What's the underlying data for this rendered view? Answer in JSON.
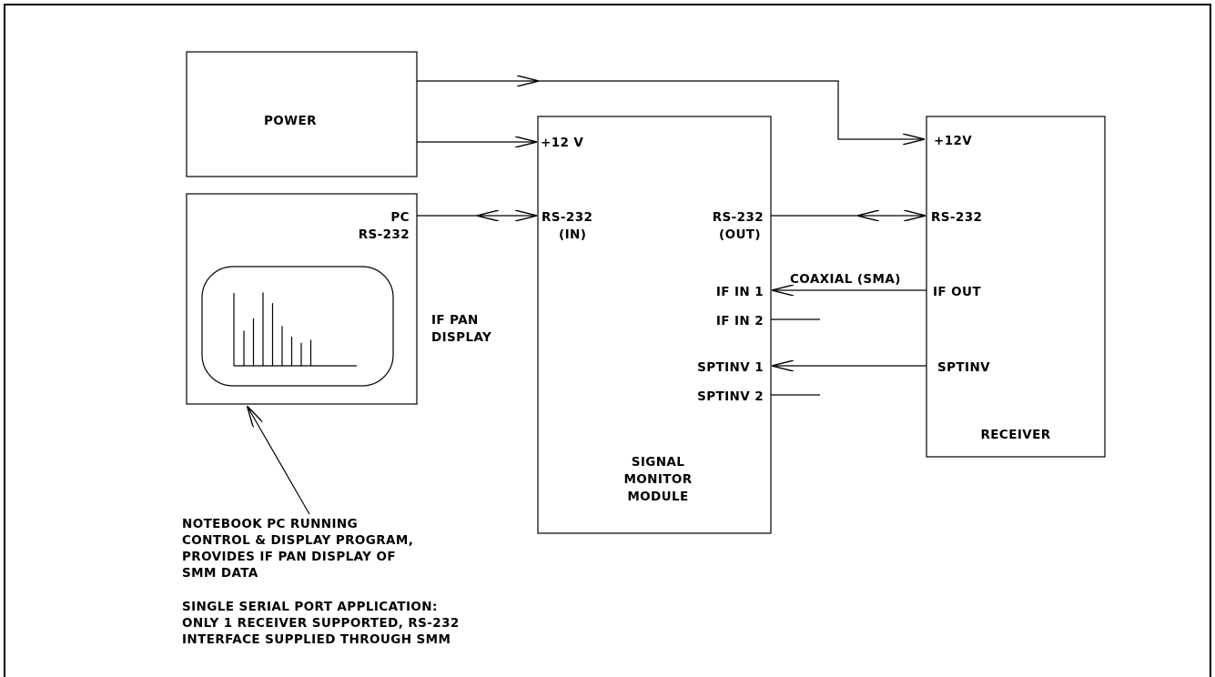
{
  "blocks": {
    "power": "POWER",
    "receiver": "RECEIVER",
    "smm": [
      "SIGNAL",
      "MONITOR",
      "MODULE"
    ]
  },
  "ports": {
    "pc": [
      "PC",
      "RS-232"
    ],
    "if_pan": [
      "IF PAN",
      "DISPLAY"
    ],
    "smm_power": "+12 V",
    "smm_rs232_in": [
      "RS-232",
      "(IN)"
    ],
    "smm_rs232_out": [
      "RS-232",
      "(OUT)"
    ],
    "smm_if_in_1": "IF IN 1",
    "smm_if_in_2": "IF IN 2",
    "smm_sptinv_1": "SPTINV 1",
    "smm_sptinv_2": "SPTINV 2",
    "rx_power": "+12V",
    "rx_rs232": "RS-232",
    "rx_if_out": "IF OUT",
    "rx_sptinv": "SPTINV"
  },
  "connections": {
    "coax": "COAXIAL (SMA)"
  },
  "notes": {
    "notebook": [
      "NOTEBOOK PC RUNNING",
      "CONTROL & DISPLAY PROGRAM,",
      "PROVIDES IF PAN DISPLAY OF",
      "SMM DATA"
    ],
    "serial": [
      "SINGLE SERIAL PORT APPLICATION:",
      "ONLY 1 RECEIVER SUPPORTED, RS-232",
      "INTERFACE SUPPLIED THROUGH SMM"
    ]
  },
  "spectrum_lines": [
    0.46,
    0.62,
    0.96,
    0.82,
    0.52,
    0.38,
    0.3,
    0.34
  ]
}
